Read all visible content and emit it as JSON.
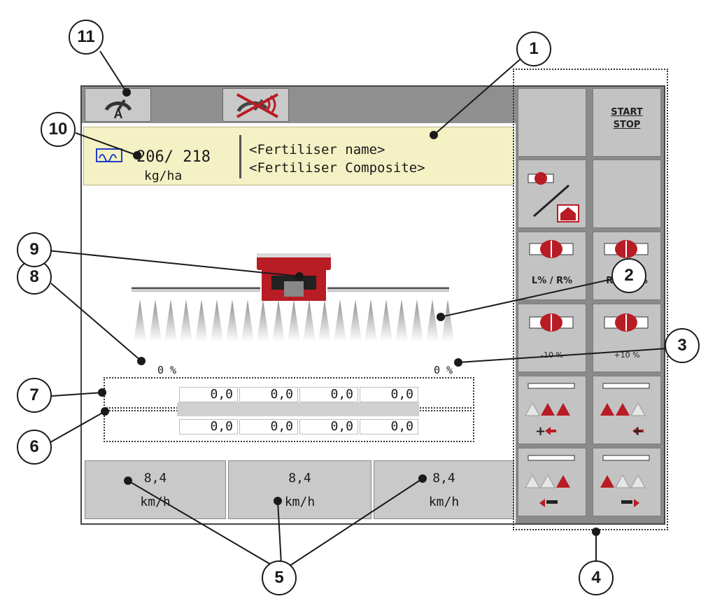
{
  "info": {
    "rate": "206/ 218",
    "rate_unit": "kg/ha",
    "fertiliser_name": "<Fertiliser name>",
    "fertiliser_composite": "<Fertiliser Composite>"
  },
  "spread": {
    "left_pct": "0 %",
    "right_pct": "0 %"
  },
  "quantities": {
    "row1": [
      "0,0",
      "0,0",
      "0,0",
      "0,0"
    ],
    "row2": [
      "0,0",
      "0,0",
      "0,0",
      "0,0"
    ]
  },
  "speeds": [
    {
      "value": "8,4",
      "unit": "km/h"
    },
    {
      "value": "8,4",
      "unit": "km/h"
    },
    {
      "value": "8,4",
      "unit": "km/h"
    }
  ],
  "side_buttons": {
    "start_stop_top": "START",
    "start_stop_bottom": "STOP",
    "lr_pct": "L% / R%",
    "pct_100": "R/100 %",
    "minus10": "-10 %",
    "plus10": "+10 %"
  },
  "callouts": [
    "1",
    "2",
    "3",
    "4",
    "5",
    "6",
    "7",
    "8",
    "9",
    "10",
    "11"
  ],
  "colors": {
    "info_bg": "#f4f1c4",
    "accent_red": "#b81c24",
    "button_grey": "#c3c3c3"
  }
}
